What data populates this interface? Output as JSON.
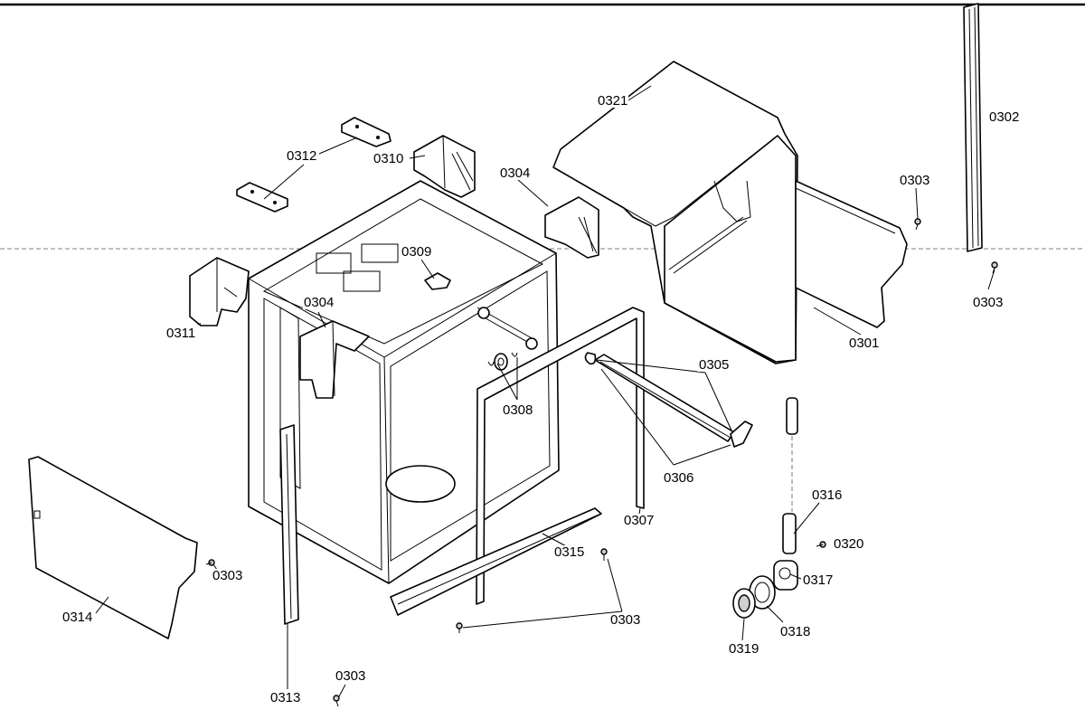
{
  "labels": {
    "l0321": "0321",
    "l0302": "0302",
    "l0312": "0312",
    "l0310": "0310",
    "l0304a": "0304",
    "l0303a": "0303",
    "l0309": "0309",
    "l0311": "0311",
    "l0304b": "0304",
    "l0303b": "0303",
    "l0301": "0301",
    "l0305": "0305",
    "l0308": "0308",
    "l0306": "0306",
    "l0307": "0307",
    "l0316": "0316",
    "l0320": "0320",
    "l0315": "0315",
    "l0303c": "0303",
    "l0317": "0317",
    "l0314": "0314",
    "l0303d": "0303",
    "l0318": "0318",
    "l0319": "0319",
    "l0303e": "0303",
    "l0313": "0313"
  }
}
